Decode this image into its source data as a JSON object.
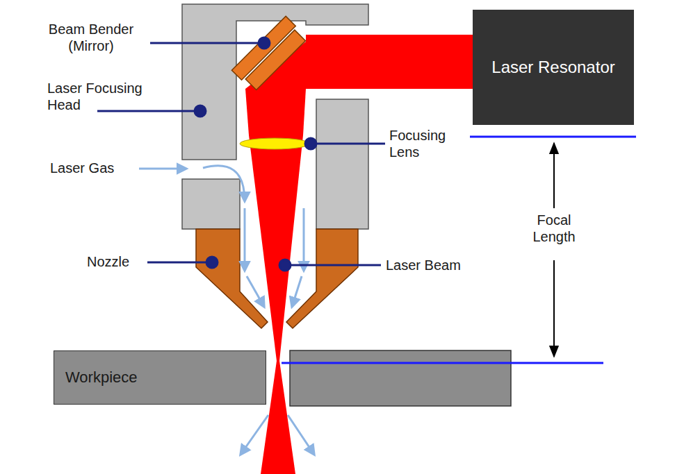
{
  "diagram": {
    "nodes": [
      {
        "text": [
          "Laser Resonator"
        ]
      },
      {
        "text": [
          "Workpiece"
        ]
      }
    ],
    "labels": [
      "Beam Bender (Mirror)",
      "Laser Focusing Head",
      "Laser Gas",
      "Focusing Lens",
      "Nozzle",
      "Laser Beam",
      "Focal Length"
    ]
  }
}
